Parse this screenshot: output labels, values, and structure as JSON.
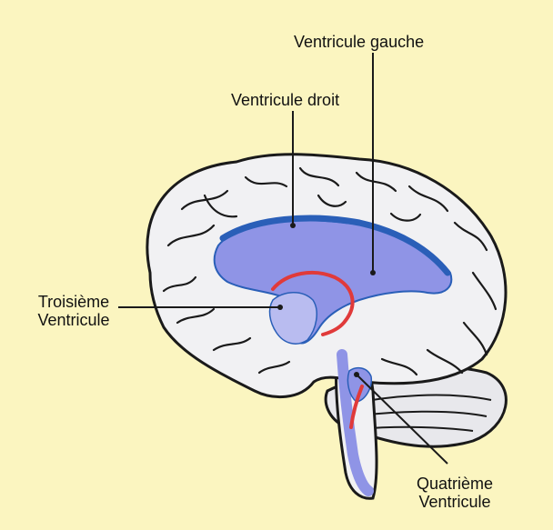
{
  "labels": {
    "left_ventricle": "Ventricule gauche",
    "right_ventricle": "Ventricule droit",
    "third_ventricle_line1": "Troisième",
    "third_ventricle_line2": "Ventricule",
    "fourth_ventricle_line1": "Quatrième",
    "fourth_ventricle_line2": "Ventricule"
  },
  "colors": {
    "background": "#fbf5c0",
    "brain": "#f1f1f3",
    "outline": "#1a1a1a",
    "ventricle": "#8f94e6",
    "ventricle_edge": "#2a5fb8",
    "choroid": "#e03a3a"
  }
}
